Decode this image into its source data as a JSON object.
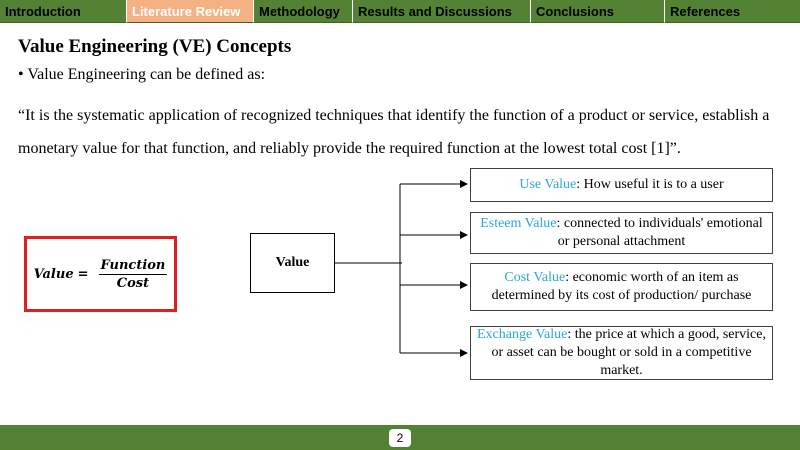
{
  "nav": {
    "tabs": [
      {
        "label": "Introduction",
        "active": false
      },
      {
        "label": "Literature Review",
        "active": true
      },
      {
        "label": "Methodology",
        "active": false
      },
      {
        "label": "Results and Discussions",
        "active": false
      },
      {
        "label": "Conclusions",
        "active": false
      },
      {
        "label": "References",
        "active": false
      }
    ],
    "colors": {
      "tab_bg": "#548235",
      "active_bg": "#f4b183"
    }
  },
  "slide": {
    "title": "Value Engineering (VE) Concepts",
    "bullet_marker": "•",
    "bullet": "Value Engineering can be defined as:",
    "quote": "“It is the systematic application of recognized techniques that identify the function of a product or service, establish a monetary value for that function, and reliably provide the required function at the lowest total cost [1]”."
  },
  "formula": {
    "lhs": "Value",
    "operator": "=",
    "numerator": "Function",
    "denominator": "Cost",
    "border_color": "#e02020"
  },
  "diagram": {
    "root": "Value",
    "highlight_color": "#2aa7d9",
    "values": [
      {
        "term": "Use Value",
        "text": ": How useful  it is to a user"
      },
      {
        "term": "Esteem Value",
        "text": ": connected to individuals' emotional or personal attachment"
      },
      {
        "term": "Cost Value",
        "text": ": economic worth of an item as determined by its cost of production/ purchase"
      },
      {
        "term": "Exchange Value",
        "text": ": the price at which a good, service, or asset can be bought or sold in a competitive market."
      }
    ]
  },
  "footer": {
    "page_number": "2"
  }
}
